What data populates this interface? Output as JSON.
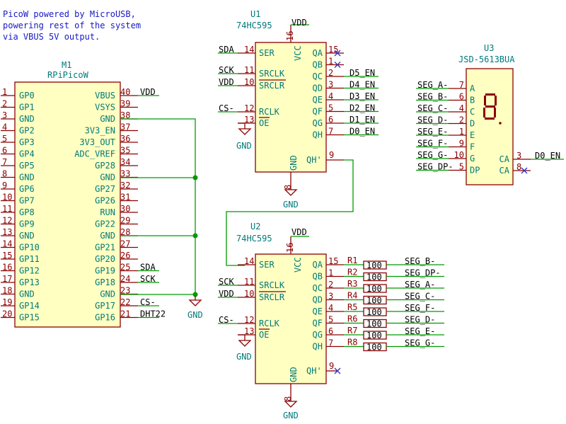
{
  "note": {
    "lines": [
      "PicoW powered by MicroUSB,",
      "powering rest of the system",
      "via VBUS 5V output."
    ]
  },
  "pico": {
    "ref": "M1",
    "value": "RPiPicoW",
    "left_pins": [
      {
        "num": "1",
        "name": "GP0"
      },
      {
        "num": "2",
        "name": "GP1"
      },
      {
        "num": "3",
        "name": "GND"
      },
      {
        "num": "4",
        "name": "GP2"
      },
      {
        "num": "5",
        "name": "GP3"
      },
      {
        "num": "6",
        "name": "GP4"
      },
      {
        "num": "7",
        "name": "GP5"
      },
      {
        "num": "8",
        "name": "GND"
      },
      {
        "num": "9",
        "name": "GP6"
      },
      {
        "num": "10",
        "name": "GP7"
      },
      {
        "num": "11",
        "name": "GP8"
      },
      {
        "num": "12",
        "name": "GP9"
      },
      {
        "num": "13",
        "name": "GND"
      },
      {
        "num": "14",
        "name": "GP10"
      },
      {
        "num": "15",
        "name": "GP11"
      },
      {
        "num": "16",
        "name": "GP12"
      },
      {
        "num": "17",
        "name": "GP13"
      },
      {
        "num": "18",
        "name": "GND"
      },
      {
        "num": "19",
        "name": "GP14"
      },
      {
        "num": "20",
        "name": "GP15"
      }
    ],
    "right_pins": [
      {
        "num": "40",
        "name": "VBUS",
        "net": "VDD"
      },
      {
        "num": "39",
        "name": "VSYS",
        "net": ""
      },
      {
        "num": "38",
        "name": "GND",
        "net": ""
      },
      {
        "num": "37",
        "name": "3V3_EN",
        "net": ""
      },
      {
        "num": "36",
        "name": "3V3_OUT",
        "net": ""
      },
      {
        "num": "35",
        "name": "ADC_VREF",
        "net": ""
      },
      {
        "num": "34",
        "name": "GP28",
        "net": ""
      },
      {
        "num": "33",
        "name": "GND",
        "net": ""
      },
      {
        "num": "32",
        "name": "GP27",
        "net": ""
      },
      {
        "num": "31",
        "name": "GP26",
        "net": ""
      },
      {
        "num": "30",
        "name": "RUN",
        "net": ""
      },
      {
        "num": "29",
        "name": "GP22",
        "net": ""
      },
      {
        "num": "28",
        "name": "GND",
        "net": ""
      },
      {
        "num": "27",
        "name": "GP21",
        "net": ""
      },
      {
        "num": "26",
        "name": "GP20",
        "net": ""
      },
      {
        "num": "25",
        "name": "GP19",
        "net": "SDA"
      },
      {
        "num": "24",
        "name": "GP18",
        "net": "SCK"
      },
      {
        "num": "23",
        "name": "GND",
        "net": ""
      },
      {
        "num": "22",
        "name": "GP17",
        "net": "CS-"
      },
      {
        "num": "21",
        "name": "GP16",
        "net": "DHT22"
      }
    ],
    "gnd_label": "GND"
  },
  "u1": {
    "ref": "U1",
    "value": "74HC595",
    "vcc_net": "VDD",
    "vcc_pin": "16",
    "vcc_label": "VCC",
    "gnd_pin": "8",
    "gnd_label": "GND",
    "gnd_net": "GND",
    "left_pins": [
      {
        "num": "14",
        "name": "SER",
        "net": "SDA"
      },
      {
        "num": "11",
        "name": "SRCLK",
        "net": "SCK"
      },
      {
        "num": "10",
        "name": "SRCLR",
        "net": "VDD"
      },
      {
        "num": "12",
        "name": "RCLK",
        "net": "CS-"
      },
      {
        "num": "13",
        "name": "OE",
        "net": ""
      }
    ],
    "oe_gnd": "GND",
    "right_pins": [
      {
        "num": "15",
        "name": "QA",
        "net": ""
      },
      {
        "num": "1",
        "name": "QB",
        "net": ""
      },
      {
        "num": "2",
        "name": "QC",
        "net": "D5_EN"
      },
      {
        "num": "3",
        "name": "QD",
        "net": "D4_EN"
      },
      {
        "num": "4",
        "name": "QE",
        "net": "D3_EN"
      },
      {
        "num": "5",
        "name": "QF",
        "net": "D2_EN"
      },
      {
        "num": "6",
        "name": "QG",
        "net": "D1_EN"
      },
      {
        "num": "7",
        "name": "QH",
        "net": "D0_EN"
      }
    ],
    "qh_prime": {
      "num": "9",
      "name": "QH'"
    }
  },
  "u2": {
    "ref": "U2",
    "value": "74HC595",
    "vcc_net": "VDD",
    "vcc_pin": "16",
    "vcc_label": "VCC",
    "gnd_pin": "8",
    "gnd_label": "GND",
    "gnd_net": "GND",
    "left_pins": [
      {
        "num": "14",
        "name": "SER",
        "net": ""
      },
      {
        "num": "11",
        "name": "SRCLK",
        "net": "SCK"
      },
      {
        "num": "10",
        "name": "SRCLR",
        "net": "VDD"
      },
      {
        "num": "12",
        "name": "RCLK",
        "net": "CS-"
      },
      {
        "num": "13",
        "name": "OE",
        "net": ""
      }
    ],
    "oe_gnd": "GND",
    "right_pins": [
      {
        "num": "15",
        "name": "QA",
        "res": "R1",
        "val": "100",
        "net": "SEG_B-"
      },
      {
        "num": "1",
        "name": "QB",
        "res": "R2",
        "val": "100",
        "net": "SEG_DP-"
      },
      {
        "num": "2",
        "name": "QC",
        "res": "R3",
        "val": "100",
        "net": "SEG_A-"
      },
      {
        "num": "3",
        "name": "QD",
        "res": "R4",
        "val": "100",
        "net": "SEG_C-"
      },
      {
        "num": "4",
        "name": "QE",
        "res": "R5",
        "val": "100",
        "net": "SEG_F-"
      },
      {
        "num": "5",
        "name": "QF",
        "res": "R6",
        "val": "100",
        "net": "SEG_D-"
      },
      {
        "num": "6",
        "name": "QG",
        "res": "R7",
        "val": "100",
        "net": "SEG_E-"
      },
      {
        "num": "7",
        "name": "QH",
        "res": "R8",
        "val": "100",
        "net": "SEG_G-"
      }
    ],
    "qh_prime": {
      "num": "9",
      "name": "QH'"
    }
  },
  "u3": {
    "ref": "U3",
    "value": "JSD-5613BUA",
    "left_pins": [
      {
        "num": "7",
        "name": "A",
        "net": "SEG_A-"
      },
      {
        "num": "6",
        "name": "B",
        "net": "SEG_B-"
      },
      {
        "num": "4",
        "name": "C",
        "net": "SEG_C-"
      },
      {
        "num": "2",
        "name": "D",
        "net": "SEG_D-"
      },
      {
        "num": "1",
        "name": "E",
        "net": "SEG_E-"
      },
      {
        "num": "9",
        "name": "F",
        "net": "SEG_F-"
      },
      {
        "num": "10",
        "name": "G",
        "net": "SEG_G-"
      },
      {
        "num": "5",
        "name": "DP",
        "net": "SEG_DP-"
      }
    ],
    "right_pins": [
      {
        "num": "3",
        "name": "CA",
        "net": "D0_EN"
      },
      {
        "num": "8",
        "name": "CA",
        "net": ""
      }
    ]
  }
}
